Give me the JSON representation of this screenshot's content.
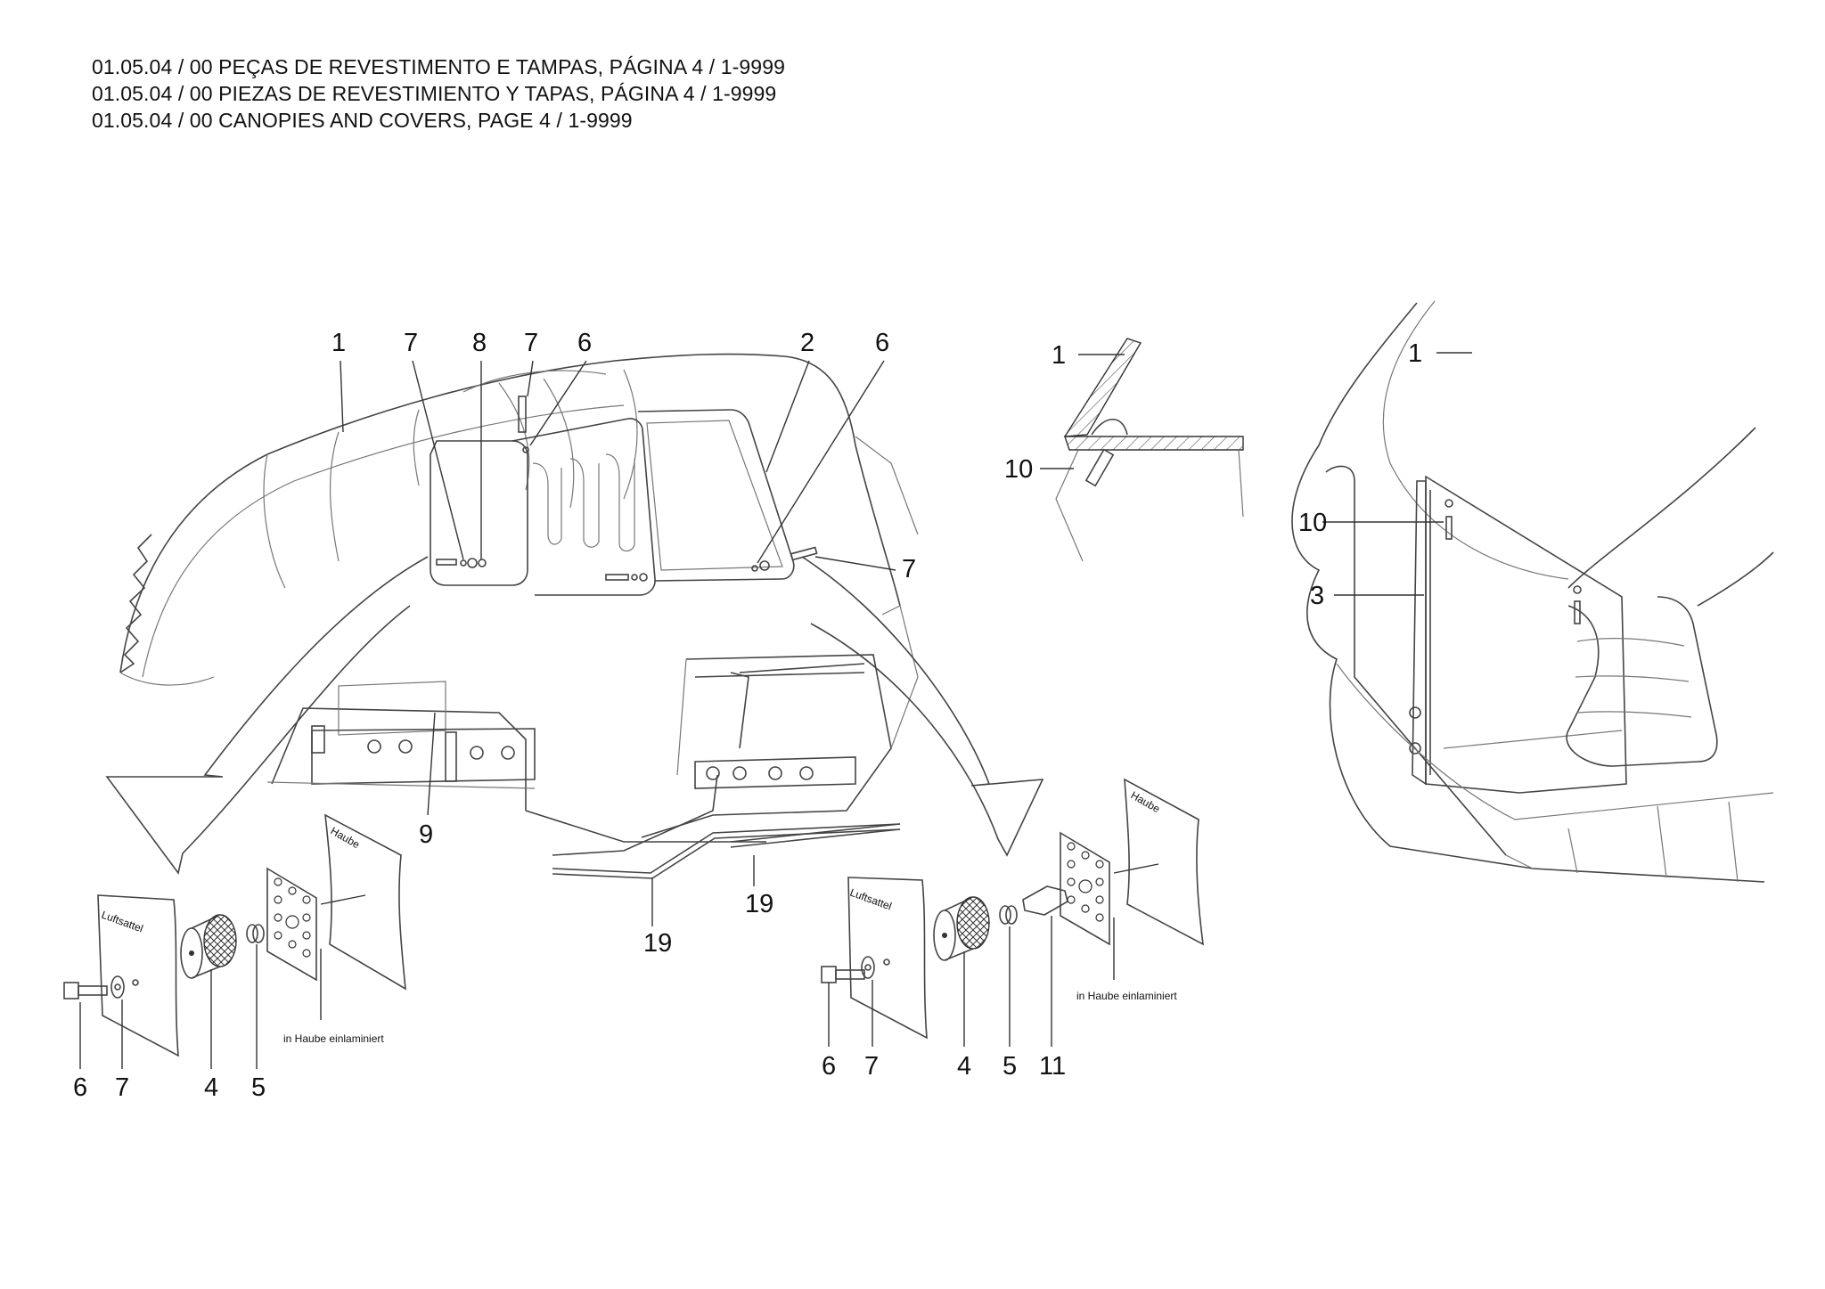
{
  "header": {
    "line_pt": "01.05.04 / 00 PEÇAS DE REVESTIMENTO E TAMPAS, PÁGINA 4 / 1-9999",
    "line_es": "01.05.04 / 00 PIEZAS DE REVESTIMIENTO Y TAPAS, PÁGINA 4 / 1-9999",
    "line_en": "01.05.04 / 00 CANOPIES AND COVERS, PAGE 4 / 1-9999"
  },
  "callouts": {
    "main": [
      "1",
      "7",
      "8",
      "7",
      "6",
      "2",
      "6",
      "7",
      "9",
      "19",
      "19"
    ],
    "left_mount": [
      "6",
      "7",
      "4",
      "5"
    ],
    "right_mount": [
      "6",
      "7",
      "4",
      "5",
      "11"
    ],
    "section_detail": [
      "1",
      "10"
    ],
    "right_view": [
      "1",
      "10",
      "3"
    ]
  },
  "annotations": {
    "luftsattel": "Luftsattel",
    "haube": "Haube",
    "einlaminiert": "in Haube einlaminiert"
  }
}
